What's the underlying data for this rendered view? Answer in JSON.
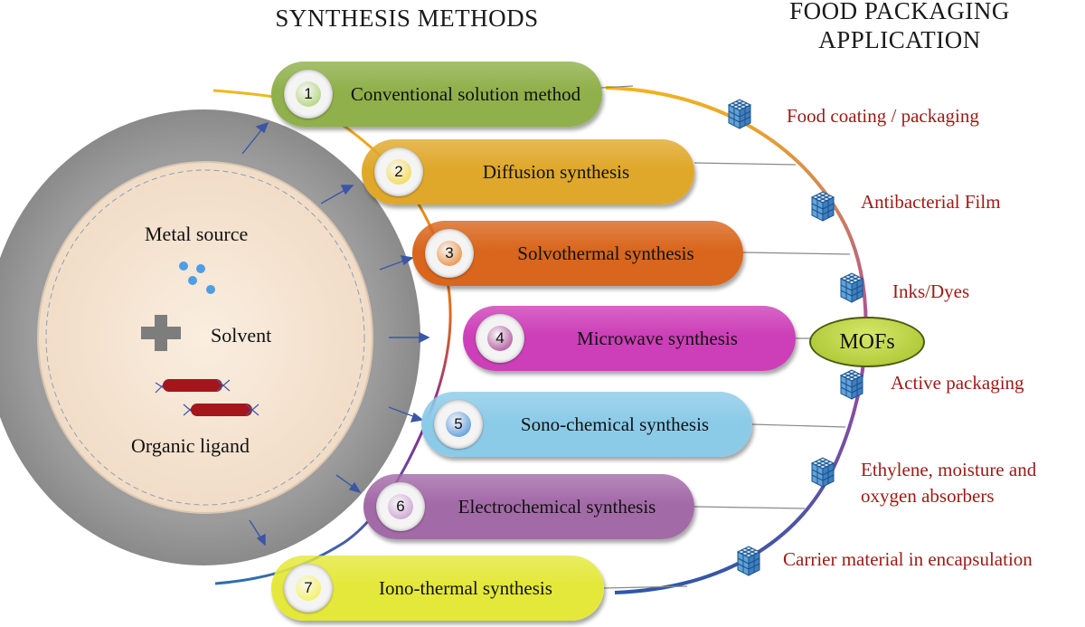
{
  "headers": {
    "synthesis_methods": "SYNTHESIS METHODS",
    "food_packaging_line1": "FOOD PACKAGING",
    "food_packaging_line2": "APPLICATION"
  },
  "ingredients": {
    "metal_source": "Metal source",
    "solvent": "Solvent",
    "organic_ligand": "Organic ligand"
  },
  "methods": [
    {
      "number": "1",
      "label": "Conventional solution method",
      "color": "#8fb04a",
      "dot": "#a6cc63"
    },
    {
      "number": "2",
      "label": "Diffusion synthesis",
      "color": "#e0a82b",
      "dot": "#f2d42e"
    },
    {
      "number": "3",
      "label": "Solvothermal synthesis",
      "color": "#d9661c",
      "dot": "#e87a1d"
    },
    {
      "number": "4",
      "label": "Microwave synthesis",
      "color": "#cd3fb8",
      "dot": "#a1378a"
    },
    {
      "number": "5",
      "label": "Sono-chemical synthesis",
      "color": "#8ccbe8",
      "dot": "#3a86d6"
    },
    {
      "number": "6",
      "label": "Electrochemical synthesis",
      "color": "#a36aa8",
      "dot": "#c391c8"
    },
    {
      "number": "7",
      "label": "Iono-thermal synthesis",
      "color": "#e4e83a",
      "dot": "#f3f03a"
    }
  ],
  "center_label": "MOFs",
  "applications": [
    "Food coating / packaging",
    "Antibacterial Film",
    "Inks/Dyes",
    "Active packaging",
    "Ethylene, moisture and oxygen absorbers",
    "Carrier material in encapsulation"
  ],
  "icons": {
    "application": "cube-cluster-icon",
    "solvent": "plus-icon",
    "ligand": "ligand-rod-icon",
    "metal": "dots-icon"
  }
}
